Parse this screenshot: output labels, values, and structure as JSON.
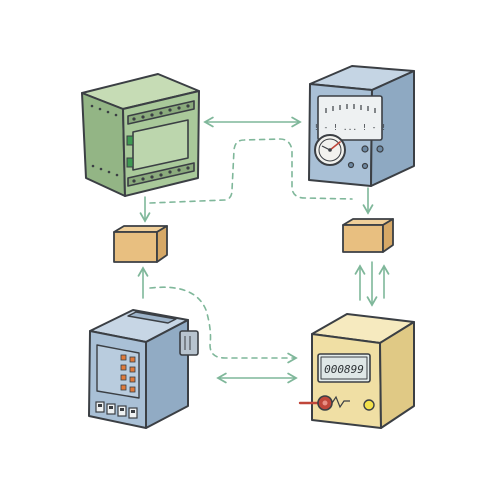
{
  "diagram": {
    "colors": {
      "arrow": "#7fb79a",
      "outline": "#3b3f44",
      "green_device": "#a9c99a",
      "blue_device": "#a9c0d6",
      "beige_device": "#f0dfa4",
      "cube": "#e8bf80"
    },
    "nodes": [
      {
        "id": "green-enclosure",
        "icon": "green-electrical-enclosure-icon"
      },
      {
        "id": "analog-meter",
        "icon": "analog-gauge-meter-icon",
        "display_text": "! - ! ... ! - !"
      },
      {
        "id": "breaker-panel",
        "icon": "blue-breaker-panel-icon"
      },
      {
        "id": "digital-counter",
        "icon": "digital-counter-meter-icon",
        "display_text": "000899"
      },
      {
        "id": "package-left",
        "icon": "package-cube-icon"
      },
      {
        "id": "package-right",
        "icon": "package-cube-icon"
      }
    ],
    "connections": [
      {
        "from": "green-enclosure",
        "to": "analog-meter",
        "style": "solid",
        "direction": "both"
      },
      {
        "from": "green-enclosure",
        "to": "analog-meter",
        "style": "dashed",
        "direction": "none"
      },
      {
        "from": "green-enclosure",
        "to": "package-left",
        "style": "solid",
        "direction": "forward"
      },
      {
        "from": "analog-meter",
        "to": "package-right",
        "style": "solid",
        "direction": "forward"
      },
      {
        "from": "package-right",
        "to": "digital-counter",
        "style": "solid",
        "direction": "both"
      },
      {
        "from": "breaker-panel",
        "to": "package-left",
        "style": "solid",
        "direction": "forward"
      },
      {
        "from": "breaker-panel",
        "to": "digital-counter",
        "style": "solid",
        "direction": "both"
      },
      {
        "from": "package-left",
        "to": "digital-counter",
        "style": "dashed",
        "direction": "forward"
      }
    ]
  }
}
